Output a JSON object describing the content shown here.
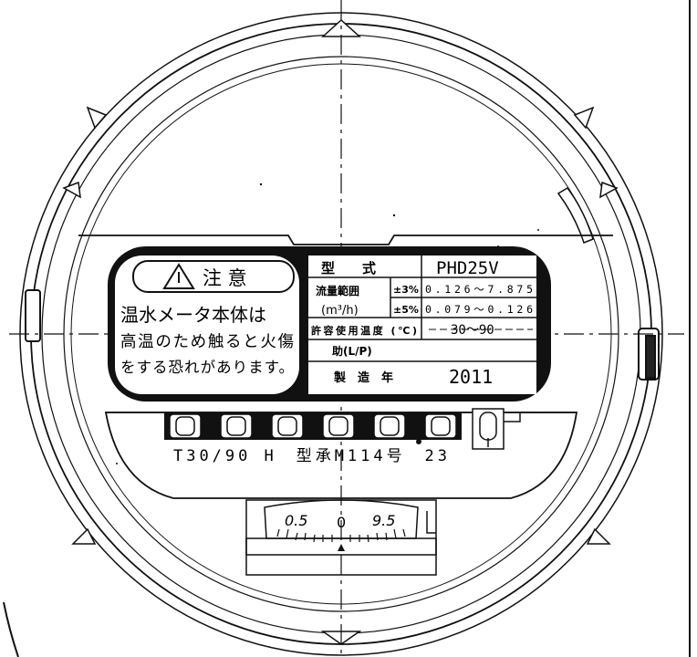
{
  "caution": {
    "title": "注 意",
    "line1": "温水メータ本体は",
    "line2": "高温のため触ると火傷",
    "line3": "をする恐れがあります。"
  },
  "spec_table": {
    "model_label": "型　　式",
    "model_value": "PHD25V",
    "flow_range_label": "流量範囲",
    "flow_unit_label": "(m³/h)",
    "tol_3": "±3%",
    "range_3": "0.126～7.875",
    "tol_5": "±5%",
    "range_5": "0.079～0.126",
    "temp_label": "許容使用温度 (℃)",
    "temp_value": "30～90",
    "pressure_label": "助(L/P)",
    "year_label": "製　造　年",
    "year_value": "2011"
  },
  "counter": {
    "digits_count_label": "",
    "marking": "T30/90 H　型承M114号　23"
  },
  "dial": {
    "left_label": "0.5",
    "right_label": "9.5",
    "center_label": "0"
  }
}
